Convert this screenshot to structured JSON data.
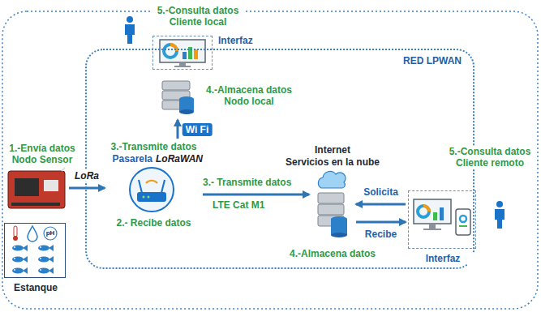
{
  "diagram": {
    "nodes": [
      {
        "text": [
          "RED LPWAN"
        ]
      },
      {
        "text": [
          "5.-Consulta datos Cliente local",
          "Interfaz"
        ]
      },
      {
        "text": [
          "4.-Almacena datos Nodo local"
        ],
        "in": 0
      },
      {
        "text": [
          "1.-Envía datos Nodo Sensor"
        ]
      },
      {
        "text": [
          "Estanque"
        ]
      },
      {
        "text": [
          "3.-Transmite datos",
          "Pasarela",
          "LoRaWAN",
          "2.- Recibe datos"
        ],
        "in": 0
      },
      {
        "text": [
          "Internet",
          "Servicios en la nube",
          "4.-Almacena datos"
        ],
        "in": 0
      },
      {
        "text": [
          "5.-Consulta datos Cliente remoto",
          "Interfaz"
        ]
      }
    ],
    "edges": [
      {
        "from": 3,
        "to": 5,
        "arrow": "to",
        "label": "LoRa"
      },
      {
        "from": 5,
        "to": 2,
        "arrow": "to",
        "label": "Wi Fi"
      },
      {
        "from": 5,
        "to": 6,
        "arrow": "to"
      },
      {
        "from": 7,
        "to": 6,
        "arrow": "to",
        "label": "Solicita"
      },
      {
        "from": 6,
        "to": 7,
        "arrow": "to",
        "label": "Recibe"
      }
    ],
    "labels": [
      "3.- Transmite datos",
      "LTE Cat M1",
      "pH"
    ]
  }
}
